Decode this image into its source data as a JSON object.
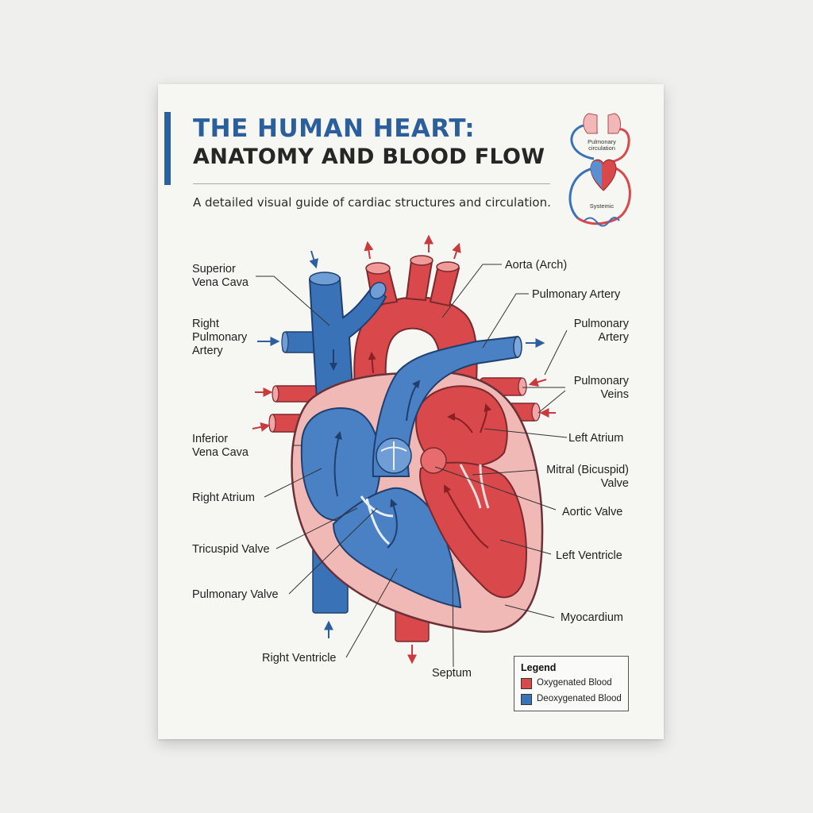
{
  "title": {
    "line1": "THE HUMAN HEART:",
    "line2": "ANATOMY AND BLOOD FLOW",
    "subtitle": "A detailed visual guide of cardiac structures and circulation."
  },
  "inset": {
    "pulmonary_label": "Pulmonary circulation",
    "systemic_label": "Systemic"
  },
  "labels": {
    "superior_vena_cava": "Superior\nVena Cava",
    "right_pulmonary_artery": "Right\nPulmonary\nArtery",
    "inferior_vena_cava": "Inferior\nVena Cava",
    "right_atrium": "Right Atrium",
    "tricuspid_valve": "Tricuspid Valve",
    "pulmonary_valve": "Pulmonary Valve",
    "right_ventricle": "Right Ventricle",
    "septum": "Septum",
    "aorta_arch": "Aorta (Arch)",
    "pulmonary_artery_top": "Pulmonary Artery",
    "pulmonary_artery_right": "Pulmonary\nArtery",
    "pulmonary_veins": "Pulmonary\nVeins",
    "left_atrium": "Left Atrium",
    "mitral_valve": "Mitral (Bicuspid)\nValve",
    "aortic_valve": "Aortic Valve",
    "left_ventricle": "Left Ventricle",
    "myocardium": "Myocardium"
  },
  "legend": {
    "heading": "Legend",
    "items": [
      {
        "label": "Oxygenated Blood",
        "color": "#d9484a"
      },
      {
        "label": "Deoxygenated Blood",
        "color": "#3a72b8"
      }
    ]
  },
  "colors": {
    "accent": "#2a62a0",
    "oxygenated": "#d9484a",
    "deoxygenated": "#3a72b8",
    "myocardium": "#f0b9b6"
  }
}
